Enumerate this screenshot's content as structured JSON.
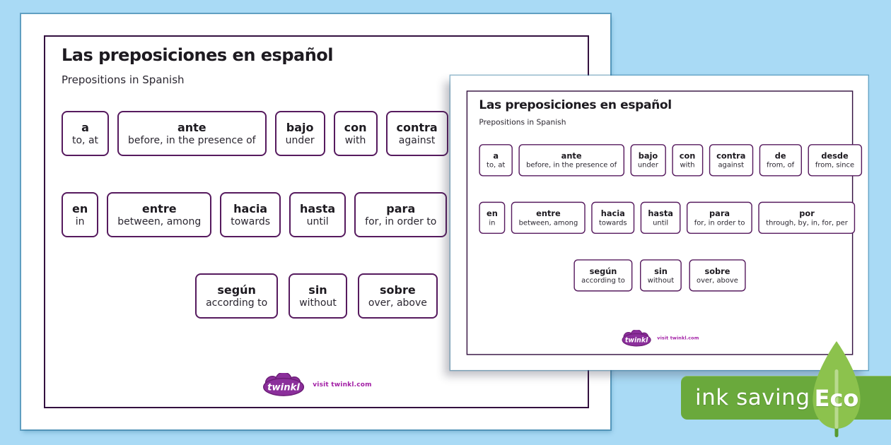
{
  "colors": {
    "page_bg": "#a9daf5",
    "sheet_bg": "#ffffff",
    "frame_border": "#33103f",
    "box_border": "#561a5e",
    "text_dark": "#1d1a20",
    "twinkl_purple": "#8b2f9b",
    "visit_text_purple": "#a21ea5",
    "banner_green": "#6aa93c",
    "leaf_green": "#8cc24d"
  },
  "poster": {
    "title": "Las preposiciones en español",
    "subtitle": "Prepositions in Spanish",
    "rows": [
      [
        {
          "es": "a",
          "en": "to, at"
        },
        {
          "es": "ante",
          "en": "before, in the presence of"
        },
        {
          "es": "bajo",
          "en": "under"
        },
        {
          "es": "con",
          "en": "with"
        },
        {
          "es": "contra",
          "en": "against"
        },
        {
          "es": "de",
          "en": "from, of"
        },
        {
          "es": "desde",
          "en": "from, since"
        }
      ],
      [
        {
          "es": "en",
          "en": "in"
        },
        {
          "es": "entre",
          "en": "between, among"
        },
        {
          "es": "hacia",
          "en": "towards"
        },
        {
          "es": "hasta",
          "en": "until"
        },
        {
          "es": "para",
          "en": "for, in order to"
        },
        {
          "es": "por",
          "en": "through, by, in, for, per"
        }
      ],
      [
        {
          "es": "según",
          "en": "according to"
        },
        {
          "es": "sin",
          "en": "without"
        },
        {
          "es": "sobre",
          "en": "over, above"
        }
      ]
    ],
    "branding": {
      "logo": "twinkl",
      "visit": "visit twinkl.com"
    }
  },
  "eco_badge": {
    "label": "ink saving",
    "leaf_label": "Eco"
  }
}
